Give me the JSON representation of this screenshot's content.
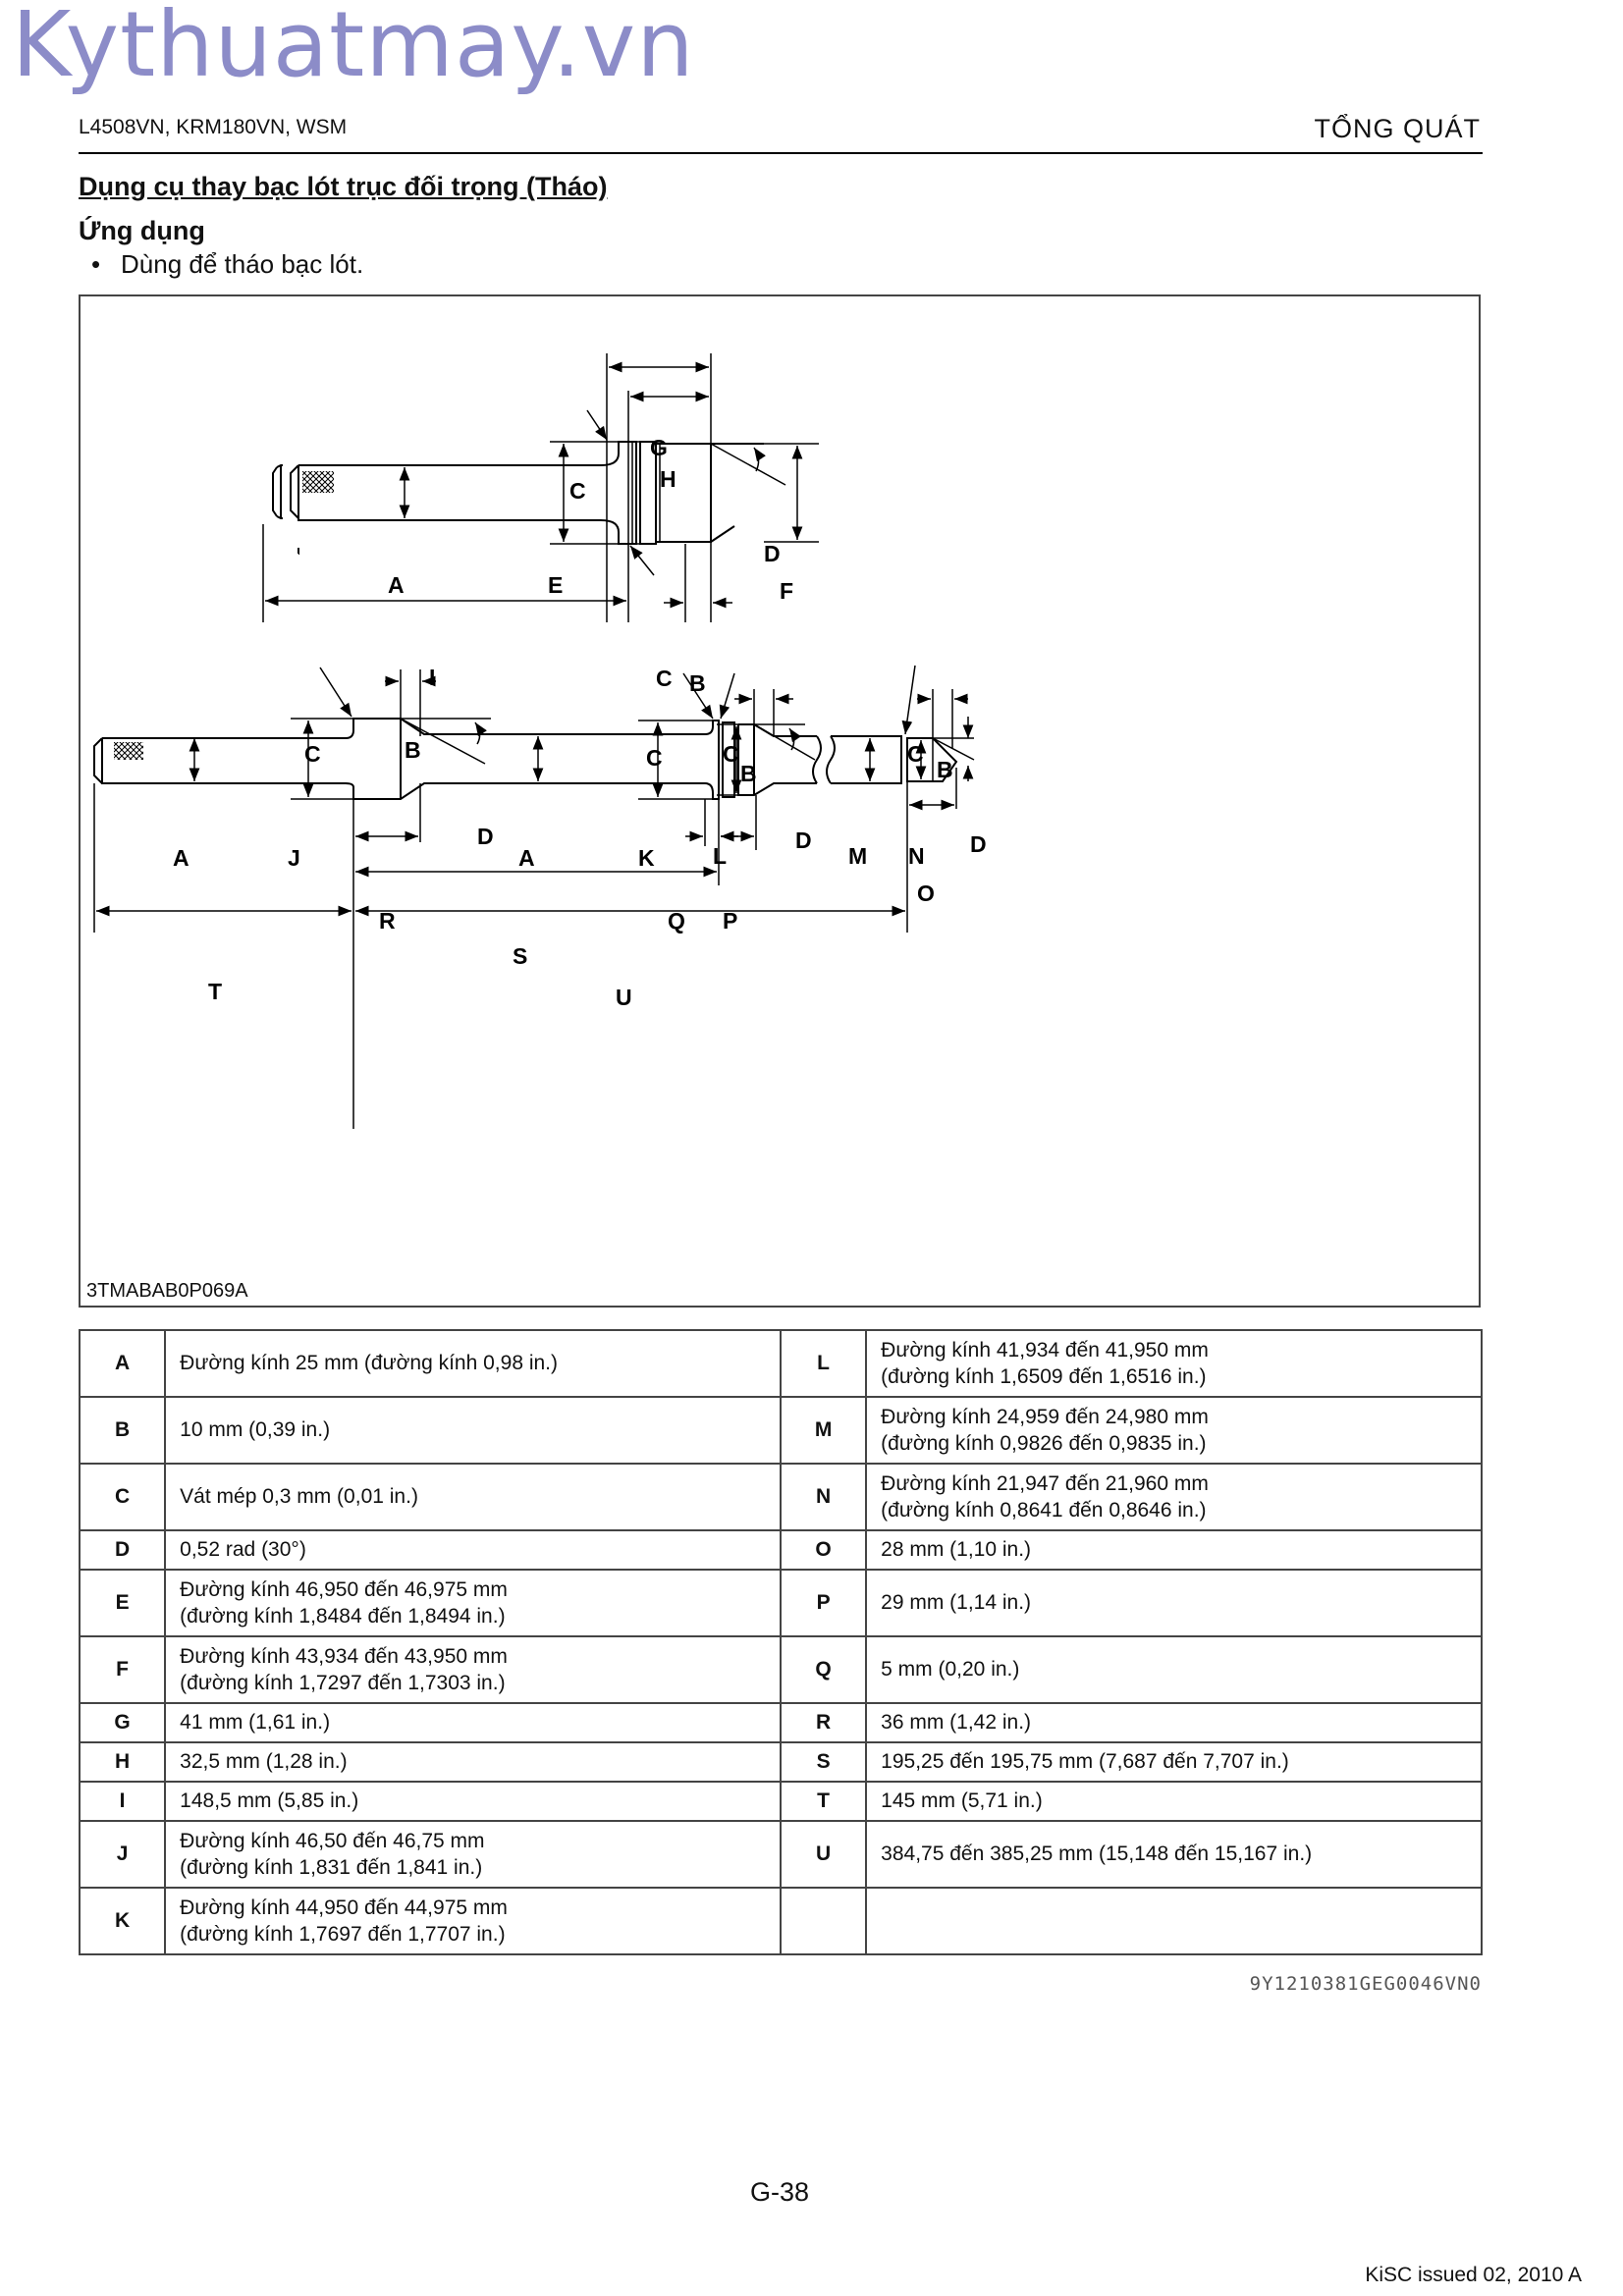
{
  "watermark": "Kythuatmay.vn",
  "header": {
    "left": "L4508VN, KRM180VN, WSM",
    "right": "TỔNG QUÁT"
  },
  "section_title": "Dụng cụ thay bạc lót trục đối trọng (Tháo)",
  "application": {
    "heading": "Ứng dụng",
    "bullet": "•",
    "text": "Dùng để tháo bạc lót."
  },
  "figure": {
    "code": "3TMABAB0P069A",
    "labels": {
      "A": "A",
      "B": "B",
      "C": "C",
      "D": "D",
      "E": "E",
      "F": "F",
      "G": "G",
      "H": "H",
      "I": "I",
      "J": "J",
      "K": "K",
      "L": "L",
      "M": "M",
      "N": "N",
      "O": "O",
      "P": "P",
      "Q": "Q",
      "R": "R",
      "S": "S",
      "T": "T",
      "U": "U"
    }
  },
  "spec_rows": [
    {
      "k1": "A",
      "v1": "Đường kính 25 mm (đường kính 0,98 in.)",
      "k2": "L",
      "v2": "Đường kính 41,934 đến 41,950 mm\n(đường kính 1,6509 đến 1,6516 in.)"
    },
    {
      "k1": "B",
      "v1": "10 mm (0,39 in.)",
      "k2": "M",
      "v2": "Đường kính 24,959 đến 24,980 mm\n(đường kính 0,9826 đến 0,9835 in.)"
    },
    {
      "k1": "C",
      "v1": "Vát mép 0,3 mm (0,01 in.)",
      "k2": "N",
      "v2": "Đường kính 21,947 đến 21,960 mm\n(đường kính 0,8641 đến 0,8646 in.)"
    },
    {
      "k1": "D",
      "v1": "0,52 rad (30°)",
      "k2": "O",
      "v2": "28 mm (1,10 in.)"
    },
    {
      "k1": "E",
      "v1": "Đường kính 46,950 đến 46,975 mm\n(đường kính 1,8484 đến 1,8494 in.)",
      "k2": "P",
      "v2": "29 mm (1,14 in.)"
    },
    {
      "k1": "F",
      "v1": "Đường kính 43,934 đến 43,950 mm\n(đường kính 1,7297 đến 1,7303 in.)",
      "k2": "Q",
      "v2": "5 mm (0,20 in.)"
    },
    {
      "k1": "G",
      "v1": "41 mm (1,61 in.)",
      "k2": "R",
      "v2": "36 mm (1,42 in.)"
    },
    {
      "k1": "H",
      "v1": "32,5 mm (1,28 in.)",
      "k2": "S",
      "v2": "195,25 đến 195,75 mm (7,687 đến 7,707 in.)"
    },
    {
      "k1": "I",
      "v1": "148,5 mm (5,85 in.)",
      "k2": "T",
      "v2": "145 mm (5,71 in.)"
    },
    {
      "k1": "J",
      "v1": "Đường kính 46,50 đến 46,75 mm\n(đường kính 1,831 đến 1,841 in.)",
      "k2": "U",
      "v2": "384,75 đến 385,25 mm (15,148 đến 15,167 in.)"
    },
    {
      "k1": "K",
      "v1": "Đường kính 44,950 đến 44,975 mm\n(đường kính 1,7697 đến 1,7707 in.)",
      "k2": "",
      "v2": ""
    }
  ],
  "doc_code": "9Y1210381GEG0046VN0",
  "page_number": "G-38",
  "footer": "KiSC issued 02, 2010 A"
}
